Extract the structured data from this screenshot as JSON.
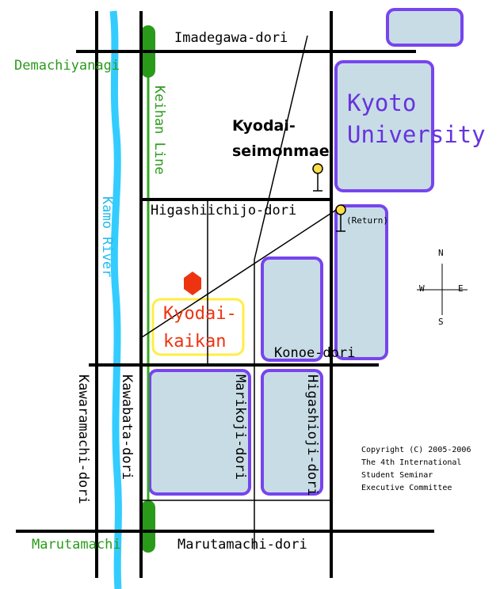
{
  "map": {
    "roads": {
      "imadegawa": "Imadegawa-dori",
      "higashiichijo": "Higashiichijo-dori",
      "konoe": "Konoe-dori",
      "marutamachi_dori": "Marutamachi-dori",
      "kawaramachi": "Kawaramachi-dori",
      "kawabata": "Kawabata-dori",
      "marikoji": "Marikoji-dori",
      "higashioji": "Higashioji-dori"
    },
    "stations": {
      "demachiyanagi": "Demachiyanagi",
      "marutamachi": "Marutamachi"
    },
    "railway": "Keihan Line",
    "river": "Kamo River",
    "university": {
      "line1": "Kyoto",
      "line2": "University"
    },
    "bus_stop": {
      "line1": "Kyodai-",
      "line2": "seimonmae"
    },
    "return_stop": "(Return)",
    "venue": {
      "line1": "Kyodai-",
      "line2": "kaikan"
    },
    "compass": {
      "north": "N",
      "south": "S",
      "east": "E",
      "west": "W"
    },
    "copyright": {
      "line1": "Copyright (C) 2005-2006",
      "line2": "The 4th International",
      "line3": "Student Seminar",
      "line4": "Executive Committee"
    },
    "colors": {
      "road": "#000000",
      "campus_fill": "#c8dce6",
      "campus_border": "#7744ee",
      "river": "#33ccff",
      "railway": "#33aa22",
      "station": "#2a9a1a",
      "venue_marker": "#ee3311",
      "venue_box": "#ffee44",
      "bus_stop": "#ffdd44"
    }
  }
}
